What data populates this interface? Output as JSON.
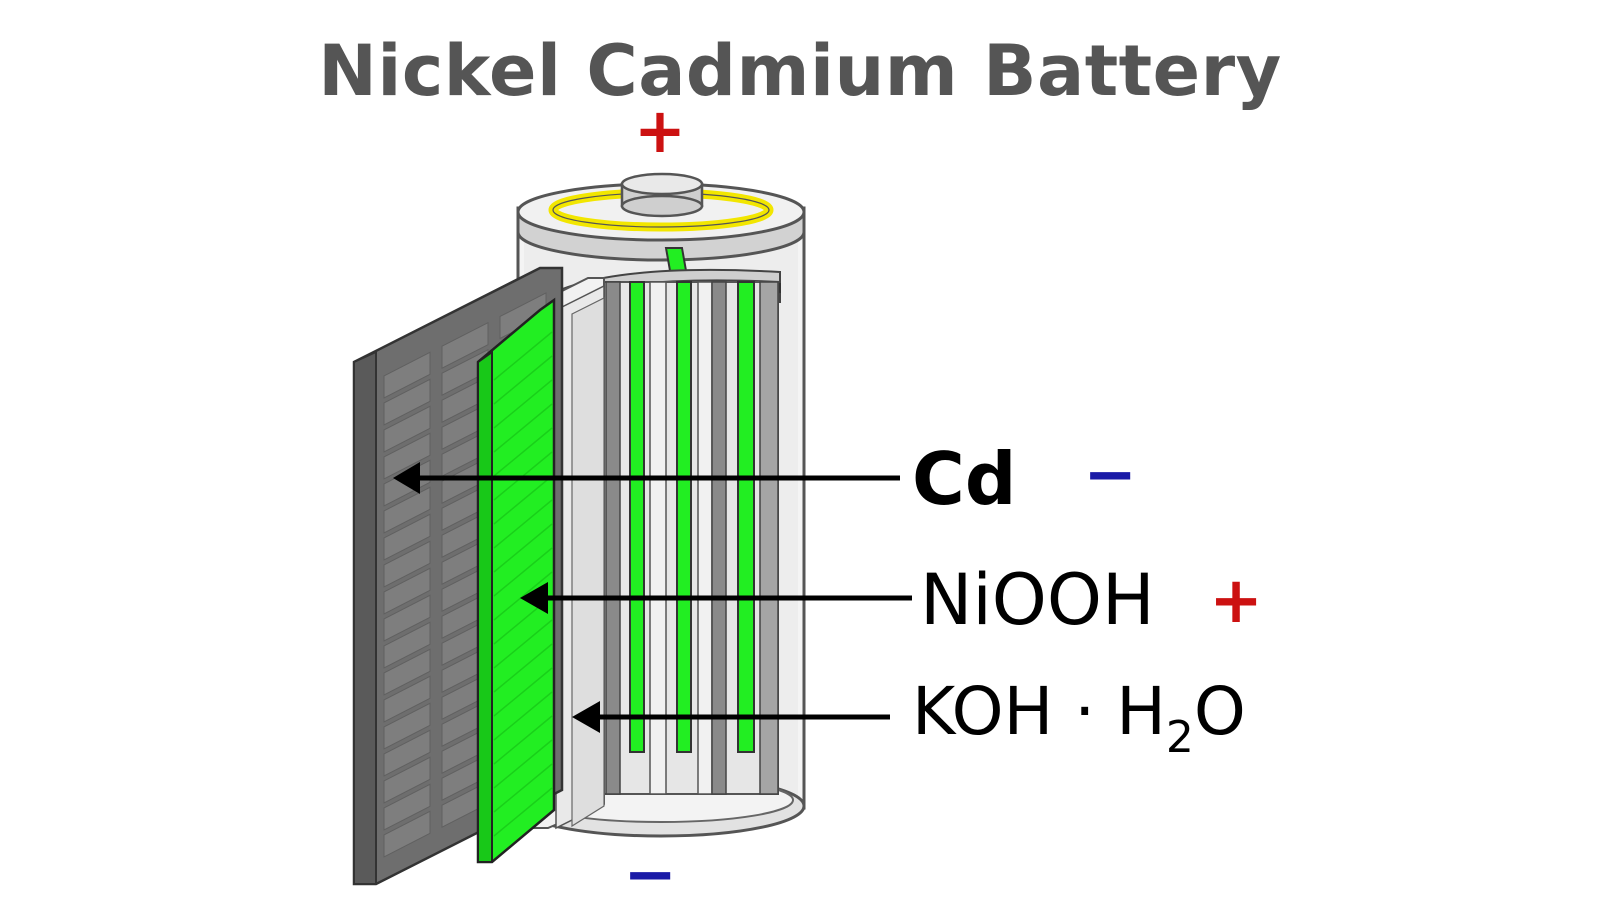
{
  "title": "Nickel Cadmium Battery",
  "terminals": {
    "top": "+",
    "bottom": "−"
  },
  "labels": [
    {
      "id": "cd",
      "text": "Cd",
      "polarity": "−",
      "polarity_color": "#1a1aa6"
    },
    {
      "id": "niooh",
      "text": "NiOOH",
      "polarity": "+",
      "polarity_color": "#cc1111"
    },
    {
      "id": "electrolyte",
      "text": "KOH · H",
      "subscript": "2",
      "suffix": "O"
    }
  ],
  "colors": {
    "title": "#555555",
    "nickel_plate": "#22ee22",
    "cadmium_plate": "#7a7a7a",
    "separator": "#e8e8e8",
    "casing": "#d9d9d9",
    "top_ring": "#f2e600",
    "plus": "#cc1111",
    "minus": "#1a1aa6"
  }
}
